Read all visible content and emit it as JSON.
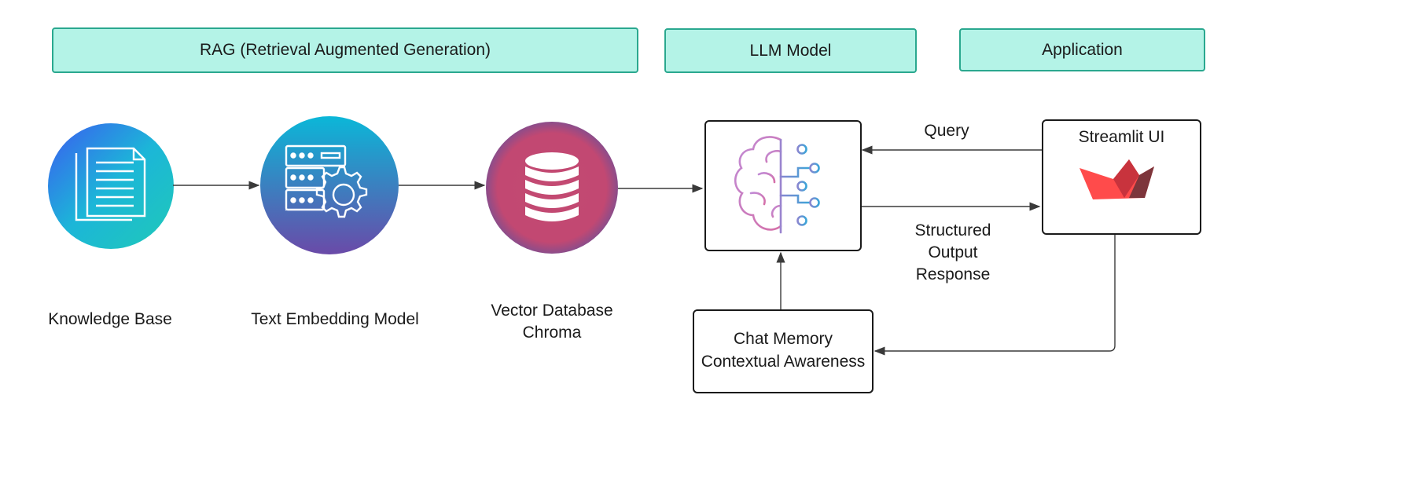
{
  "headers": {
    "rag": "RAG (Retrieval Augmented Generation)",
    "llm": "LLM Model",
    "application": "Application"
  },
  "nodes": {
    "knowledge_base": "Knowledge Base",
    "text_embedding": "Text Embedding Model",
    "vector_db_line1": "Vector Database",
    "vector_db_line2": "Chroma",
    "streamlit": "Streamlit UI",
    "chat_memory_line1": "Chat Memory",
    "chat_memory_line2": "Contextual Awareness"
  },
  "edges": {
    "query": "Query",
    "response_line1": "Structured",
    "response_line2": "Output",
    "response_line3": "Response"
  },
  "colors": {
    "header_fill": "#b4f3e7",
    "header_border": "#2aa88f",
    "line": "#3a3a3a",
    "streamlit_red": "#ff4b4b"
  },
  "icons": {
    "knowledge_base": "documents-icon",
    "text_embedding": "server-gear-icon",
    "vector_db": "database-icon",
    "llm": "brain-circuit-icon",
    "streamlit": "streamlit-logo-icon"
  }
}
